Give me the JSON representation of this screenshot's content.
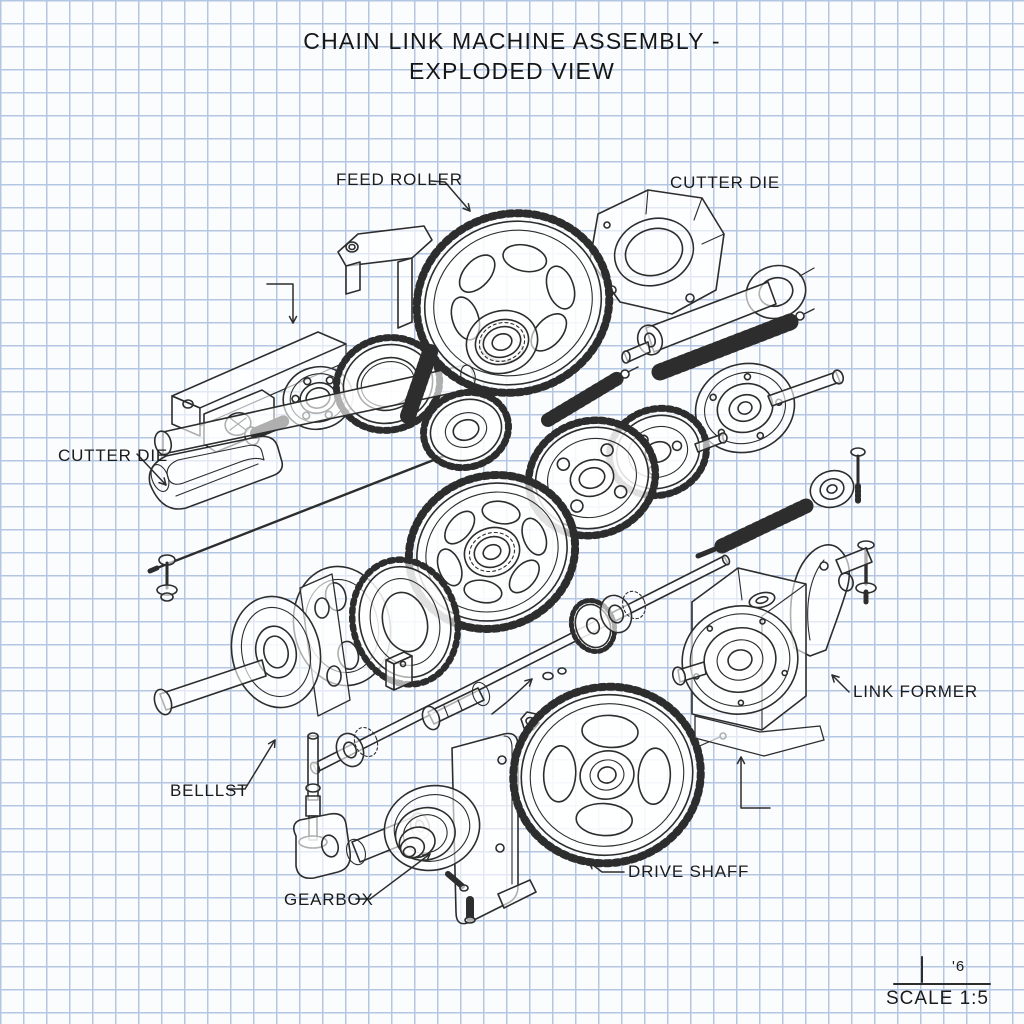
{
  "title": {
    "line1": "CHAIN LINK MACHINE ASSEMBLY -",
    "line2": "EXPLODED VIEW"
  },
  "labels": {
    "feed_roller": "FEED ROLLER",
    "cutter_die_top_right": "CUTTER DIE",
    "cutter_die_left": "CUTTER DIE",
    "link_former": "LINK FORMER",
    "bellst": "BELLLST",
    "gearbox": "GEARBOX",
    "drive_shaft": "DRIVE SHAFF"
  },
  "scale_block": {
    "mark": "'6",
    "scale": "SCALE 1:5"
  },
  "style_colors": {
    "ink": "#2d2d2d",
    "grid_line": "#b4c6e1",
    "paper": "#fafcfe",
    "text": "#1b1b1b"
  },
  "drawing": {
    "type": "exploded_isometric_line_drawing",
    "subject": "chain link machine assembly",
    "parts_depicted": [
      "feed roller gear",
      "cutter die bracket",
      "cutter die block",
      "guide block",
      "ball bearing",
      "ring gear",
      "gear cluster",
      "coil springs",
      "crank flange assembly",
      "main shaft",
      "yoke and pin",
      "gearbox",
      "drive gear",
      "link former housing",
      "lever arm",
      "fasteners"
    ]
  }
}
